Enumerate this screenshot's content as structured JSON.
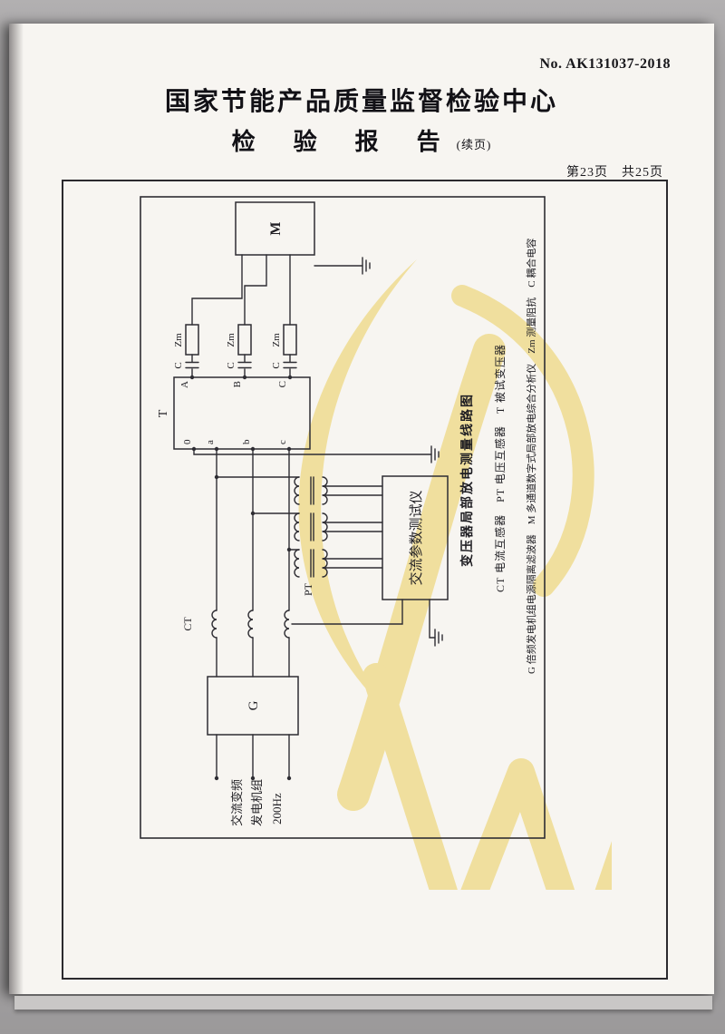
{
  "header": {
    "report_no": "No. AK131037-2018",
    "org_title": "国家节能产品质量监督检验中心",
    "report_title": "检　验　报　告",
    "report_title_suffix": "(续页)",
    "page_indicator": "第23页　共25页"
  },
  "diagram": {
    "labels": {
      "analyzer": "M",
      "transformer": "T",
      "generator": "G",
      "pt": "PT",
      "ct": "CT",
      "zm": "Zm",
      "cap": "C",
      "phase_a": "A",
      "phase_b": "B",
      "phase_c": "C",
      "sec_0": "0",
      "sec_a": "a",
      "sec_b": "b",
      "sec_c": "c",
      "tester": "交流参数测试仪",
      "gen_line1": "交流变频",
      "gen_line2": "发电机组",
      "gen_line3": "200Hz"
    },
    "legend": {
      "title": "变压器局部放电测量线路图",
      "row1": "CT 电流互感器　PT 电压互感器　T 被试变压器",
      "row2": "G 倍频发电机组电源隔离滤波器　M 多通道数字式局部放电综合分析仪　Zm 测量阻抗　C 耦合电容"
    }
  },
  "colors": {
    "watermark": "#e9c53c",
    "ink": "#2e2d33",
    "paper": "#f7f5f1"
  }
}
